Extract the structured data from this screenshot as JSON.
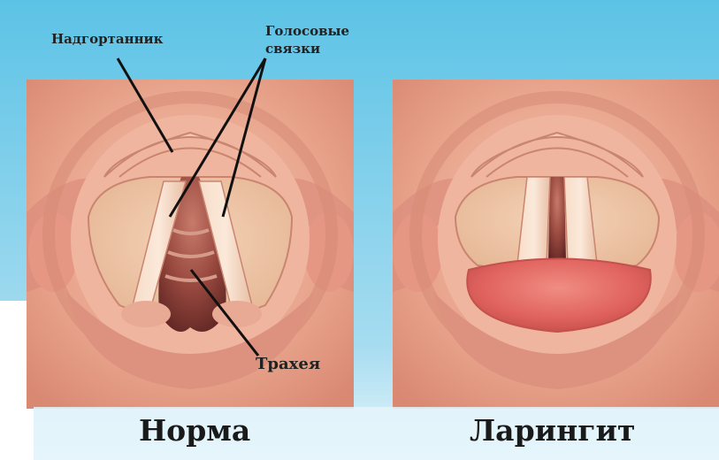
{
  "labels": {
    "epiglottis": "Надгортанник",
    "vocal_cords_line1": "Голосовые",
    "vocal_cords_line2": "связки",
    "trachea": "Трахея"
  },
  "captions": {
    "normal": "Норма",
    "laryngitis": "Ларингит"
  },
  "colors": {
    "background_blue": "#6cc8e6",
    "tissue": "#e9a58d",
    "inflamed": "#e66f6a",
    "ink": "#111111"
  }
}
